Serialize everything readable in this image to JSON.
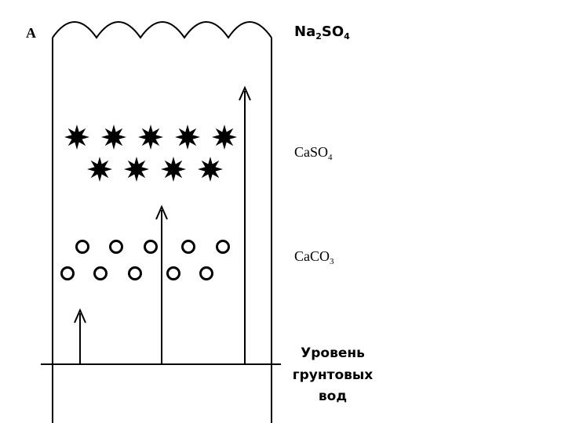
{
  "diagram": {
    "corner_label": "A",
    "labels": {
      "na2so4": {
        "base": "Na",
        "sub1": "2",
        "mid": "SO",
        "sub2": "4"
      },
      "caso4": {
        "base": "CaSO",
        "sub": "4"
      },
      "caco3": {
        "base": "CaCO",
        "sub": "3"
      },
      "groundwater": [
        "Уровень",
        "грунтовых",
        "вод"
      ]
    },
    "icons": {
      "caso4_marker": "star-burst-icon",
      "caco3_marker": "circle-icon",
      "rise_marker": "up-arrow-icon"
    },
    "colors": {
      "ink": "#000000",
      "background": "#ffffff"
    }
  }
}
